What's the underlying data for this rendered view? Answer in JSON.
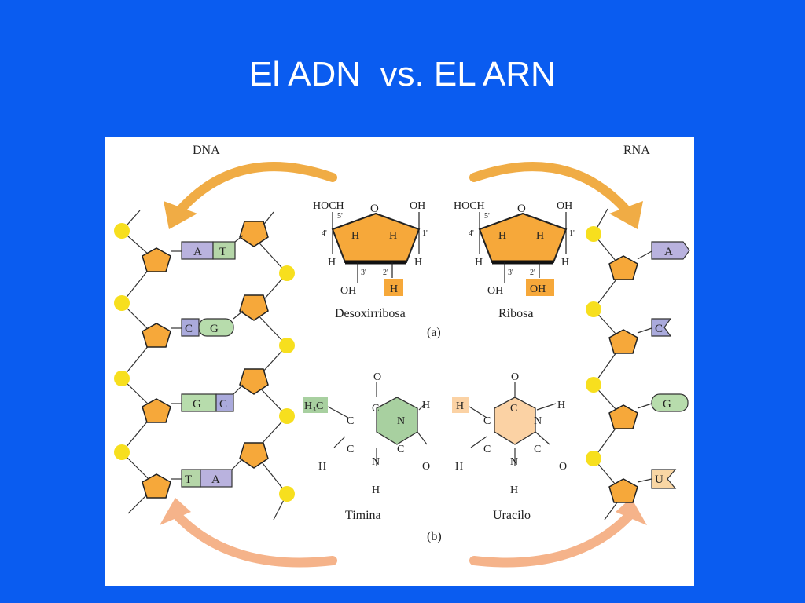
{
  "slide": {
    "title": "El ADN  vs. EL ARN"
  },
  "figure": {
    "dna_label": "DNA",
    "rna_label": "RNA",
    "panel_a_label": "(a)",
    "panel_b_label": "(b)",
    "sugars": {
      "deoxyribose": {
        "name": "Desoxirribosa",
        "top_left": "HOCH",
        "ring_o": "O",
        "top_right": "OH",
        "c5": "5'",
        "c4": "4'",
        "c1": "1'",
        "c3": "3'",
        "c2": "2'",
        "h": "H",
        "bottom_left": "OH",
        "bottom_right_highlight": "H"
      },
      "ribose": {
        "name": "Ribosa",
        "top_left": "HOCH",
        "ring_o": "O",
        "top_right": "OH",
        "c5": "5'",
        "c4": "4'",
        "c1": "1'",
        "c3": "3'",
        "c2": "2'",
        "h": "H",
        "bottom_left": "OH",
        "bottom_right_highlight": "OH"
      }
    },
    "bases": {
      "thymine": {
        "name": "Timina",
        "substituent": "H₃C",
        "o": "O",
        "c": "C",
        "n": "N",
        "h": "H"
      },
      "uracil": {
        "name": "Uracilo",
        "substituent": "H",
        "o": "O",
        "c": "C",
        "n": "N",
        "h": "H"
      }
    },
    "dna_pairs": [
      {
        "left": "A",
        "right": "T"
      },
      {
        "left": "C",
        "right": "G"
      },
      {
        "left": "G",
        "right": "C"
      },
      {
        "left": "T",
        "right": "A"
      }
    ],
    "rna_bases": [
      "A",
      "C",
      "G",
      "U"
    ],
    "colors": {
      "background": "#0a5cf0",
      "sugar": "#f6a83a",
      "phosphate": "#f7df1e",
      "arrow_dna": "#f0ac45",
      "arrow_bottom": "#f5b38a",
      "base_A": "#b9b2de",
      "base_T": "#b5d6a8",
      "base_C": "#aaaadc",
      "base_G": "#b7dcac",
      "base_U": "#f9d6a4",
      "thymine_ring": "#a8d0a0",
      "uracil_ring": "#fbd2a4"
    }
  }
}
